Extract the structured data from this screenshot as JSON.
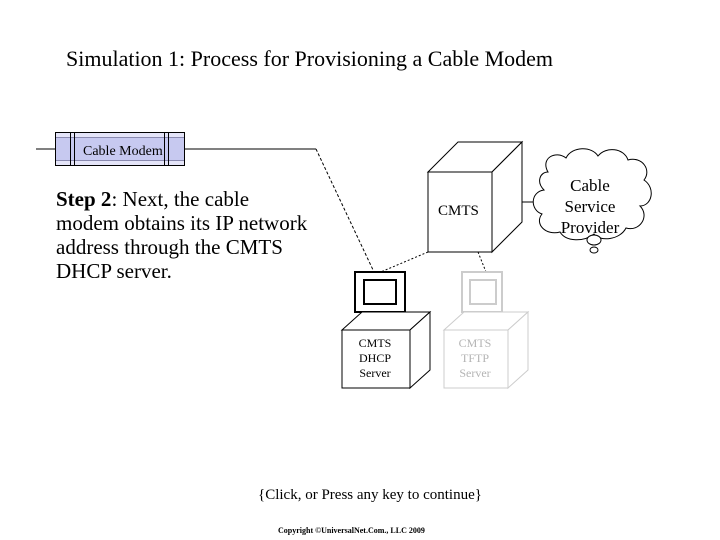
{
  "title": "Simulation 1: Process for Provisioning a Cable Modem",
  "cable_modem": {
    "label": "Cable Modem"
  },
  "step": {
    "bold": "Step 2",
    "text": ": Next, the cable modem obtains its IP network address through the CMTS DHCP server."
  },
  "cmts": {
    "label": "CMTS"
  },
  "cloud": {
    "label": "Cable Service Provider"
  },
  "dhcp_server": {
    "label": "CMTS DHCP Server"
  },
  "tftp_server": {
    "label": "CMTS TFTP Server"
  },
  "continue_prompt": "{Click, or Press any key to continue}",
  "copyright": "Copyright ©UniversalNet.Com., LLC 2009",
  "colors": {
    "modem_fill": "#c7c9f0",
    "faded": "#b4b4b4"
  }
}
